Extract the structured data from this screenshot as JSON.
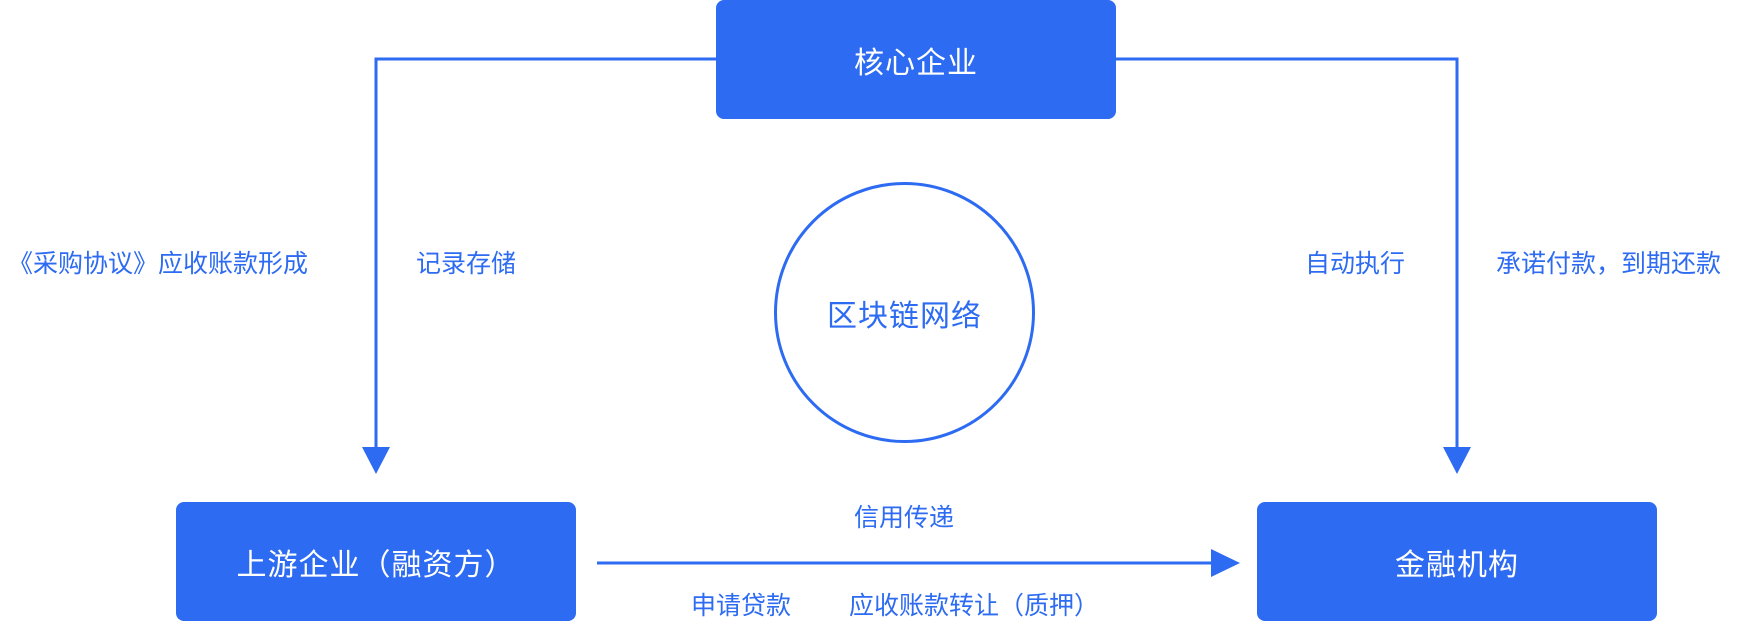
{
  "colors": {
    "primary": "#2d6bf2",
    "background": "#ffffff",
    "box_text": "#ffffff"
  },
  "nodes": {
    "core": "核心企业",
    "upstream": "上游企业（融资方）",
    "finance": "金融机构",
    "blockchain": "区块链网络"
  },
  "labels": {
    "agreement": "《采购协议》应收账款形成",
    "record": "记录存储",
    "auto_exec": "自动执行",
    "promise": "承诺付款，到期还款",
    "credit": "信用传递",
    "apply_loan": "申请贷款",
    "transfer": "应收账款转让（质押）"
  }
}
